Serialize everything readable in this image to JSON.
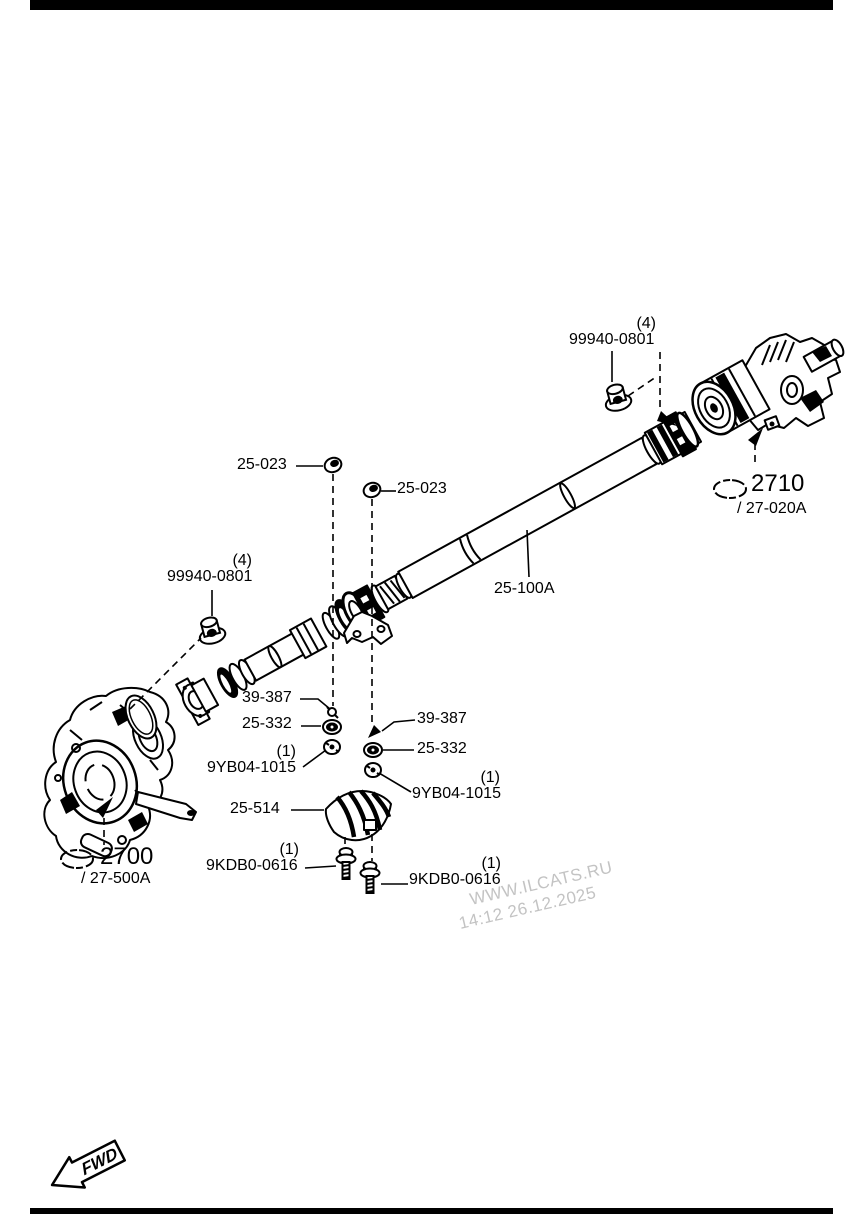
{
  "page": {
    "watermark": {
      "line1": "WWW.ILCATS.RU",
      "line2": "14:12 26.12.2025",
      "color": "#c3c3c3"
    },
    "fwd_arrow": {
      "label": "FWD"
    },
    "line_color": "#000000",
    "background": "#ffffff"
  },
  "callouts": {
    "front_unit": {
      "code": "2700",
      "ref": "/ 27-500A"
    },
    "rear_unit": {
      "code": "2710",
      "ref": "/ 27-020A"
    }
  },
  "labels": {
    "nut_front": {
      "qty": "(4)",
      "code": "99940-0801"
    },
    "nut_rear": {
      "qty": "(4)",
      "code": "99940-0801"
    },
    "bolt_center_left": {
      "code": "25-023"
    },
    "bolt_center_right": {
      "code": "25-023"
    },
    "propeller_shaft": {
      "code": "25-100A"
    },
    "damper_left": {
      "code": "39-387"
    },
    "damper_right": {
      "code": "39-387"
    },
    "rubber_left": {
      "code": "25-332"
    },
    "rubber_right": {
      "code": "25-332"
    },
    "nut_small_left": {
      "qty": "(1)",
      "code": "9YB04-1015"
    },
    "nut_small_right": {
      "qty": "(1)",
      "code": "9YB04-1015"
    },
    "heat_shield": {
      "code": "25-514"
    },
    "bolt_shield_left": {
      "qty": "(1)",
      "code": "9KDB0-0616"
    },
    "bolt_shield_right": {
      "qty": "(1)",
      "code": "9KDB0-0616"
    }
  }
}
